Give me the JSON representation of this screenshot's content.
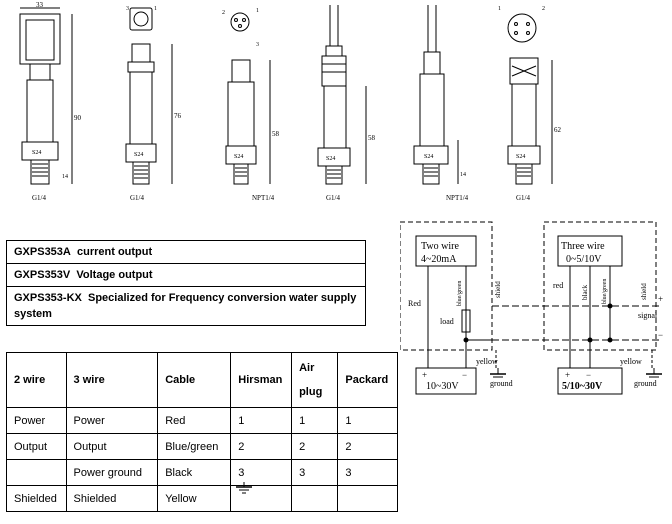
{
  "drawings": {
    "dims": {
      "d33": "33",
      "d90": "90",
      "d76": "76",
      "d58a": "58",
      "d58b": "58",
      "d62": "62",
      "d14": "14",
      "s24": "S24",
      "g14": "G1/4",
      "npt": "NPT1/4"
    },
    "pins": {
      "p1": "1",
      "p2": "2",
      "p3": "3"
    }
  },
  "models": [
    {
      "code": "GXPS353A",
      "desc": "current output"
    },
    {
      "code": "GXPS353V",
      "desc": "Voltage output"
    },
    {
      "code": "GXPS353-KX",
      "desc": "Specialized for Frequency conversion water supply system"
    }
  ],
  "wiring": {
    "headers": [
      "2 wire",
      "3 wire",
      "Cable",
      "Hirsman",
      "Air plug",
      "Packard"
    ],
    "rows": [
      [
        "Power",
        "Power",
        "Red",
        "1",
        "1",
        "1"
      ],
      [
        "Output",
        "Output",
        "Blue/green",
        "2",
        "2",
        "2"
      ],
      [
        "",
        "Power ground",
        "Black",
        "3",
        "3",
        "3"
      ],
      [
        "Shielded",
        "Shielded",
        "Yellow",
        "",
        "",
        ""
      ]
    ]
  },
  "diagram_two_wire": {
    "title_line1": "Two wire",
    "title_line2": "4~20mA",
    "label_red": "Red",
    "label_blue": "blue/green",
    "label_load": "load",
    "label_shield": "shield",
    "label_yellow": "yellow",
    "label_ground": "ground",
    "supply_plus": "+",
    "supply_minus": "−",
    "supply_value": "10~30V"
  },
  "diagram_three_wire": {
    "title_line1": "Three wire",
    "title_line2": "0~5/10V",
    "label_red": "red",
    "label_black": "black",
    "label_blue": "blue/green",
    "label_shield": "shield",
    "label_yellow": "yellow",
    "label_ground": "ground",
    "label_signal": "signal",
    "signal_plus": "+",
    "signal_minus": "−",
    "supply_plus": "+",
    "supply_minus": "−",
    "supply_value": "5/10~30V"
  }
}
